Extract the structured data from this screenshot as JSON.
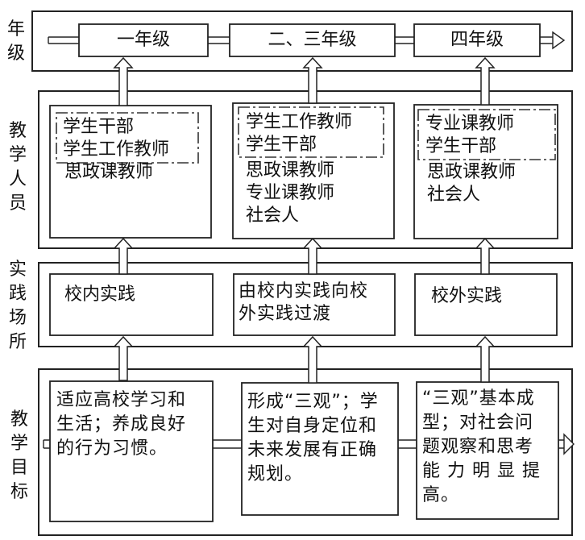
{
  "row_labels": {
    "grade": "年\n级",
    "staff": "教\n学\n人\n员",
    "place": "实\n践\n场\n所",
    "goal": "教\n学\n目\n标"
  },
  "grades": [
    "一年级",
    "二、三年级",
    "四年级"
  ],
  "staff": {
    "col1": {
      "highlight": "学生干部\n学生工作教师",
      "rest": "思政课教师"
    },
    "col2": {
      "highlight": "学生工作教师\n学生干部",
      "rest": "思政课教师\n专业课教师\n社会人"
    },
    "col3": {
      "highlight": "专业课教师\n学生干部",
      "rest": "思政课教师\n社会人"
    }
  },
  "places": [
    "校内实践",
    "由校内实践向校\n外实践过渡",
    "校外实践"
  ],
  "goals": [
    "适应高校学习和\n生活；养成良好\n的行为习惯。",
    "形成“三观”；学\n生对自身定位和\n未来发展有正确\n规划。",
    "“三观”基本成\n型；对社会问\n题观察和思考\n能 力 明 显 提\n高。"
  ]
}
